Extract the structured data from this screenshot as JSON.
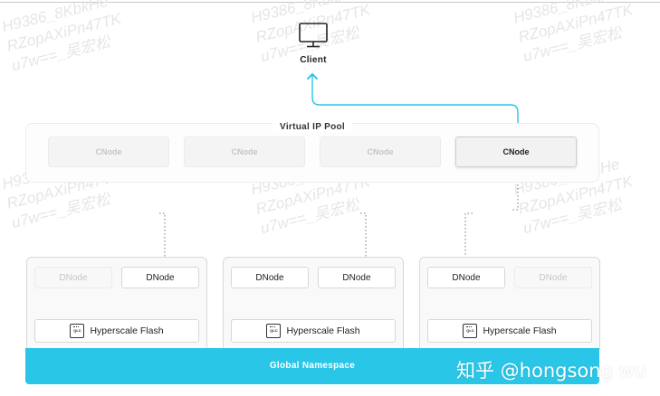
{
  "client": {
    "label": "Client",
    "icon": "monitor-icon"
  },
  "pool": {
    "title": "Virtual IP Pool",
    "cnodes": [
      {
        "label": "CNode",
        "active": false
      },
      {
        "label": "CNode",
        "active": false
      },
      {
        "label": "CNode",
        "active": false
      },
      {
        "label": "CNode",
        "active": true
      }
    ]
  },
  "clusters": [
    {
      "dnodes": [
        {
          "label": "DNode",
          "active": false
        },
        {
          "label": "DNode",
          "active": true
        }
      ],
      "flash_label": "Hyperscale Flash",
      "flash_icon_text": "QLC"
    },
    {
      "dnodes": [
        {
          "label": "DNode",
          "active": true
        },
        {
          "label": "DNode",
          "active": true
        }
      ],
      "flash_label": "Hyperscale Flash",
      "flash_icon_text": "QLC"
    },
    {
      "dnodes": [
        {
          "label": "DNode",
          "active": true
        },
        {
          "label": "DNode",
          "active": false
        }
      ],
      "flash_label": "Hyperscale Flash",
      "flash_icon_text": "QLC"
    }
  ],
  "namespace": {
    "label": "Global Namespace",
    "color": "#2ac6e8"
  },
  "arrow_color": "#2ac6e8",
  "watermark": {
    "line1": "H9386_8KbkHe",
    "line2": "RZopAXiPn47TK",
    "line3": "u7w==_吴宏松"
  },
  "footer_watermark": "知乎 @hongsong wu"
}
